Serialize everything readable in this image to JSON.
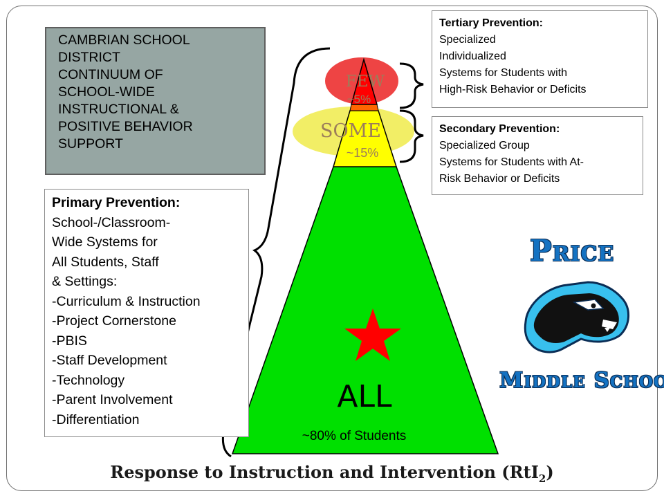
{
  "district_box": {
    "lines": [
      "CAMBRIAN SCHOOL",
      "DISTRICT",
      "CONTINUUM OF",
      "SCHOOL-WIDE",
      "INSTRUCTIONAL &",
      "POSITIVE BEHAVIOR",
      "SUPPORT"
    ]
  },
  "tertiary": {
    "heading": "Tertiary Prevention:",
    "lines": [
      "Specialized",
      "Individualized",
      "Systems for Students with",
      "High-Risk Behavior or Deficits"
    ]
  },
  "secondary": {
    "heading": "Secondary Prevention:",
    "lines": [
      "Specialized Group",
      "Systems for Students with At-",
      "Risk Behavior or Deficits"
    ]
  },
  "primary": {
    "heading": "Primary Prevention:",
    "lines": [
      "School-/Classroom-",
      "Wide Systems for",
      "All Students, Staff",
      "& Settings:",
      "-Curriculum & Instruction",
      "-Project Cornerstone",
      "-PBIS",
      "-Staff Development",
      "-Technology",
      "-Parent Involvement",
      "-Differentiation"
    ]
  },
  "pyramid": {
    "few_label": "FEW",
    "few_pct": "~5%",
    "some_label": "SOME",
    "some_pct": "~15%",
    "all_label": "ALL",
    "all_pct": "~80% of Students",
    "tiers": [
      {
        "name": "tertiary",
        "share": 5
      },
      {
        "name": "secondary",
        "share": 15
      },
      {
        "name": "primary",
        "share": 80
      }
    ]
  },
  "logo": {
    "price_initial": "P",
    "price_rest": "RICE",
    "ms_m": "M",
    "ms_iddle": "IDDLE",
    "ms_s": "S",
    "ms_chool": "CHOOL"
  },
  "footer": {
    "title": "Response to Instruction and Intervention (RtI",
    "subscript": "2",
    "close": ")"
  },
  "colors": {
    "green": "#00e000",
    "yellow": "#ffff00",
    "orange": "#ff6600",
    "red": "#ff0000",
    "few_oval": "#ee4444",
    "some_oval": "#f2ee66",
    "few_some_text": "#9c7d5a",
    "district_bg": "#96a6a3",
    "logo_blue": "#1472c2"
  }
}
